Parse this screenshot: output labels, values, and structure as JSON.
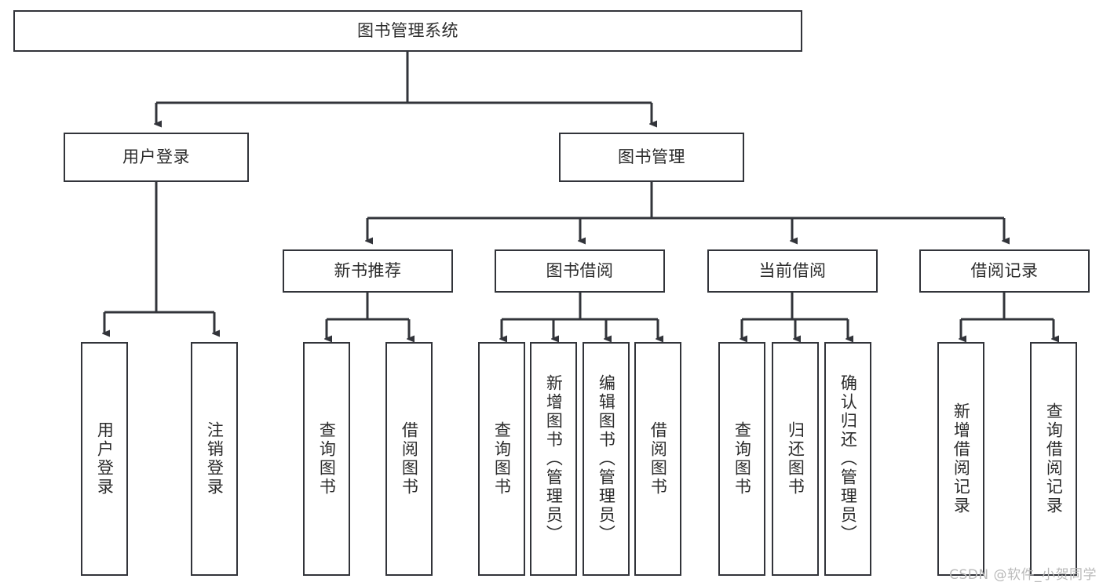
{
  "diagram": {
    "type": "hierarchy-tree",
    "title": "图书管理系统",
    "watermark": "CSDN @软件_小贺同学",
    "colors": {
      "box_border": "#32343a",
      "box_fill": "#ffffff",
      "connector": "#32343a",
      "text": "#2b2b2b",
      "watermark": "#b9b9b9",
      "background": "#ffffff"
    },
    "nodes": {
      "root": {
        "label": "图书管理系统"
      },
      "level2": [
        {
          "label": "用户登录"
        },
        {
          "label": "图书管理"
        }
      ],
      "level3": [
        {
          "label": "新书推荐"
        },
        {
          "label": "图书借阅"
        },
        {
          "label": "当前借阅"
        },
        {
          "label": "借阅记录"
        }
      ],
      "leaves": {
        "user_login": [
          {
            "label": "用户登录"
          },
          {
            "label": "注销登录"
          }
        ],
        "new_book_recommend": [
          {
            "label": "查询图书"
          },
          {
            "label": "借阅图书"
          }
        ],
        "book_borrow": [
          {
            "label": "查询图书"
          },
          {
            "label": "新增图书（管理员）"
          },
          {
            "label": "编辑图书（管理员）"
          },
          {
            "label": "借阅图书"
          }
        ],
        "current_borrow": [
          {
            "label": "查询图书"
          },
          {
            "label": "归还图书"
          },
          {
            "label": "确认归还（管理员）"
          }
        ],
        "borrow_record": [
          {
            "label": "新增借阅记录"
          },
          {
            "label": "查询借阅记录"
          }
        ]
      }
    }
  }
}
